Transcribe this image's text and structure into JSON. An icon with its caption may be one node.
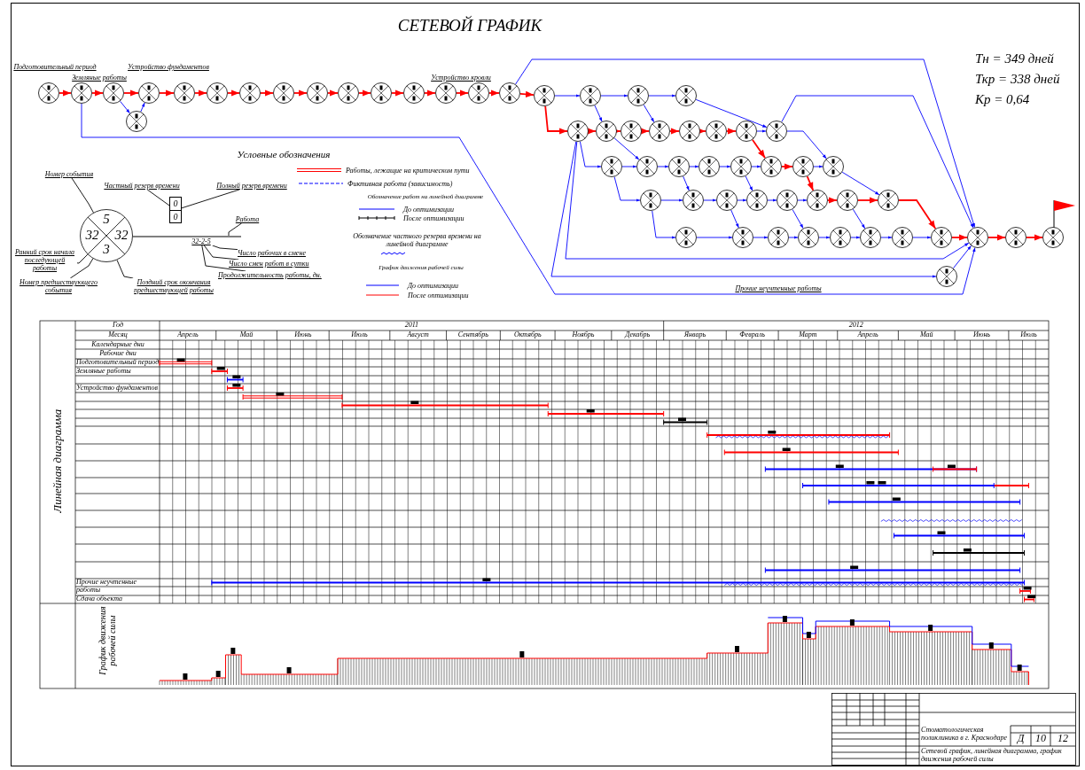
{
  "diagram": {
    "title": "СЕТЕВОЙ ГРАФИК",
    "nodes": [
      {
        "text": [],
        "shape": "circle"
      },
      {
        "text": [],
        "shape": "circle"
      },
      {
        "text": [],
        "shape": "circle"
      },
      {
        "text": [],
        "shape": "circle"
      },
      {
        "text": [],
        "shape": "circle"
      },
      {
        "text": [],
        "shape": "circle"
      },
      {
        "text": [],
        "shape": "circle"
      },
      {
        "text": [],
        "shape": "circle"
      },
      {
        "text": [],
        "shape": "circle"
      },
      {
        "text": [],
        "shape": "circle"
      },
      {
        "text": [],
        "shape": "circle"
      },
      {
        "text": [],
        "shape": "circle"
      },
      {
        "text": [],
        "shape": "circle"
      },
      {
        "text": [],
        "shape": "circle"
      },
      {
        "text": [],
        "shape": "circle"
      },
      {
        "text": [],
        "shape": "circle"
      },
      {
        "text": [],
        "shape": "circle"
      },
      {
        "text": [],
        "shape": "circle"
      },
      {
        "text": [],
        "shape": "circle"
      },
      {
        "text": [],
        "shape": "circle"
      },
      {
        "text": [],
        "shape": "circle"
      },
      {
        "text": [],
        "shape": "circle"
      },
      {
        "text": [],
        "shape": "circle"
      },
      {
        "text": [],
        "shape": "circle"
      },
      {
        "text": [],
        "shape": "circle"
      },
      {
        "text": [],
        "shape": "circle"
      },
      {
        "text": [],
        "shape": "circle"
      },
      {
        "text": [],
        "shape": "circle"
      },
      {
        "text": [],
        "shape": "circle"
      },
      {
        "text": [],
        "shape": "circle"
      },
      {
        "text": [],
        "shape": "circle"
      },
      {
        "text": [],
        "shape": "circle"
      },
      {
        "text": [],
        "shape": "circle"
      },
      {
        "text": [],
        "shape": "circle"
      },
      {
        "text": [],
        "shape": "circle"
      },
      {
        "text": [],
        "shape": "circle"
      },
      {
        "text": [],
        "shape": "circle"
      },
      {
        "text": [],
        "shape": "circle"
      },
      {
        "text": [],
        "shape": "circle"
      },
      {
        "text": [],
        "shape": "circle"
      },
      {
        "text": [],
        "shape": "circle"
      },
      {
        "text": [],
        "shape": "circle"
      },
      {
        "text": [],
        "shape": "circle"
      },
      {
        "text": [],
        "shape": "circle"
      },
      {
        "text": [],
        "shape": "circle"
      },
      {
        "text": [],
        "shape": "circle"
      },
      {
        "text": [],
        "shape": "circle"
      },
      {
        "text": [],
        "shape": "circle"
      },
      {
        "text": [],
        "shape": "circle"
      },
      {
        "text": [],
        "shape": "circle"
      },
      {
        "text": [],
        "shape": "circle"
      },
      {
        "text": [],
        "shape": "circle"
      },
      {
        "text": [],
        "shape": "circle"
      },
      {
        "text": [],
        "shape": "circle"
      },
      {
        "text": [],
        "shape": "circle"
      },
      {
        "text": [],
        "shape": "circle"
      },
      {
        "text": [
          "5",
          "32",
          "32",
          "3"
        ]
      },
      {
        "text": [
          "0",
          "0"
        ]
      },
      {
        "text": [
          "Номер события"
        ]
      },
      {
        "text": [
          "Частный резерв времени"
        ]
      },
      {
        "text": [
          "Полный резерв времени"
        ]
      },
      {
        "text": [
          "Работа"
        ]
      },
      {
        "text": [
          "Ранний срок начала последующей работы"
        ]
      },
      {
        "text": [
          "Номер предшествующего события"
        ]
      },
      {
        "text": [
          "Поздний срок окончания предшествующей работы"
        ]
      },
      {
        "text": [
          "32-2-5"
        ]
      },
      {
        "text": [
          "Число рабочих в смене"
        ]
      },
      {
        "text": [
          "Число смен работ в сутки"
        ]
      },
      {
        "text": [
          "Продолжительность работы, дн."
        ]
      },
      {
        "text": [],
        "shape": "bar"
      }
    ],
    "edges": [
      {
        "from": 0,
        "to": 1,
        "arrow": "to",
        "label": "Подготовительный период",
        "color": "#ff0000"
      },
      {
        "from": 1,
        "to": 2,
        "arrow": "to",
        "label": "Земляные работы",
        "color": "#ff0000"
      },
      {
        "from": 2,
        "to": 3,
        "arrow": "to",
        "color": "#ff0000"
      },
      {
        "from": 3,
        "to": 4,
        "arrow": "to",
        "label": "Устройство фундаментов",
        "color": "#ff0000"
      },
      {
        "from": 4,
        "to": 5,
        "arrow": "to",
        "color": "#ff0000"
      },
      {
        "from": 5,
        "to": 6,
        "arrow": "to",
        "color": "#ff0000"
      },
      {
        "from": 6,
        "to": 7,
        "arrow": "to",
        "color": "#ff0000"
      },
      {
        "from": 7,
        "to": 8,
        "arrow": "to",
        "color": "#ff0000"
      },
      {
        "from": 8,
        "to": 9,
        "arrow": "to",
        "color": "#ff0000"
      },
      {
        "from": 9,
        "to": 10,
        "arrow": "to",
        "color": "#ff0000"
      },
      {
        "from": 10,
        "to": 11,
        "arrow": "to",
        "color": "#ff0000"
      },
      {
        "from": 11,
        "to": 12,
        "arrow": "to",
        "color": "#ff0000"
      },
      {
        "from": 12,
        "to": 13,
        "arrow": "to",
        "color": "#ff0000"
      },
      {
        "from": 13,
        "to": 14,
        "arrow": "to",
        "label": "Устройство кровли",
        "color": "#ff0000"
      },
      {
        "from": 2,
        "to": 15,
        "arrow": "to"
      },
      {
        "from": 15,
        "to": 3,
        "arrow": "to"
      },
      {
        "from": 14,
        "to": 16,
        "arrow": "to",
        "color": "#ff0000"
      },
      {
        "from": 16,
        "to": 20,
        "arrow": "to",
        "color": "#ff0000"
      },
      {
        "from": 16,
        "to": 17,
        "arrow": "to"
      },
      {
        "from": 17,
        "to": 18,
        "arrow": "to"
      },
      {
        "from": 18,
        "to": 19,
        "arrow": "to"
      },
      {
        "from": 19,
        "to": 27,
        "arrow": "to"
      },
      {
        "from": 20,
        "to": 21,
        "arrow": "to",
        "color": "#ff0000"
      },
      {
        "from": 21,
        "to": 22,
        "arrow": "to",
        "color": "#ff0000"
      },
      {
        "from": 22,
        "to": 23,
        "arrow": "to",
        "color": "#ff0000"
      },
      {
        "from": 23,
        "to": 24,
        "arrow": "to",
        "color": "#ff0000"
      },
      {
        "from": 24,
        "to": 25,
        "arrow": "to",
        "color": "#ff0000"
      },
      {
        "from": 25,
        "to": 26,
        "arrow": "to",
        "color": "#ff0000"
      },
      {
        "from": 26,
        "to": 27,
        "arrow": "to"
      },
      {
        "from": 27,
        "to": 35,
        "arrow": "to"
      },
      {
        "from": 27,
        "to": 52,
        "arrow": "to"
      },
      {
        "from": 14,
        "to": 52,
        "arrow": "to"
      },
      {
        "from": 28,
        "to": 29,
        "arrow": "to"
      },
      {
        "from": 29,
        "to": 30,
        "arrow": "to"
      },
      {
        "from": 30,
        "to": 31,
        "arrow": "to"
      },
      {
        "from": 31,
        "to": 32,
        "arrow": "to"
      },
      {
        "from": 32,
        "to": 33,
        "arrow": "to"
      },
      {
        "from": 33,
        "to": 34,
        "arrow": "to",
        "color": "#ff0000"
      },
      {
        "from": 34,
        "to": 35,
        "arrow": "to"
      },
      {
        "from": 35,
        "to": 43,
        "arrow": "to"
      },
      {
        "from": 36,
        "to": 37,
        "arrow": "to"
      },
      {
        "from": 37,
        "to": 38,
        "arrow": "to"
      },
      {
        "from": 38,
        "to": 39,
        "arrow": "to"
      },
      {
        "from": 39,
        "to": 40,
        "arrow": "to"
      },
      {
        "from": 40,
        "to": 41,
        "arrow": "to"
      },
      {
        "from": 41,
        "to": 42,
        "arrow": "to",
        "color": "#ff0000"
      },
      {
        "from": 42,
        "to": 43,
        "arrow": "to",
        "color": "#ff0000"
      },
      {
        "from": 43,
        "to": 51,
        "arrow": "to",
        "color": "#ff0000"
      },
      {
        "from": 44,
        "to": 45,
        "arrow": "to"
      },
      {
        "from": 45,
        "to": 46,
        "arrow": "to"
      },
      {
        "from": 46,
        "to": 47,
        "arrow": "to"
      },
      {
        "from": 47,
        "to": 48,
        "arrow": "to"
      },
      {
        "from": 48,
        "to": 49,
        "arrow": "to"
      },
      {
        "from": 49,
        "to": 50,
        "arrow": "to"
      },
      {
        "from": 50,
        "to": 51,
        "arrow": "to"
      },
      {
        "from": 51,
        "to": 52,
        "arrow": "to",
        "color": "#ff0000"
      },
      {
        "from": 52,
        "to": 53,
        "arrow": "to",
        "color": "#ff0000"
      },
      {
        "from": 53,
        "to": 54,
        "arrow": "to",
        "color": "#ff0000"
      },
      {
        "from": 26,
        "to": 33,
        "arrow": "to",
        "color": "#ff0000"
      },
      {
        "from": 34,
        "to": 41,
        "arrow": "to",
        "color": "#ff0000"
      },
      {
        "from": 17,
        "to": 21,
        "arrow": "to"
      },
      {
        "from": 18,
        "to": 23,
        "arrow": "to"
      },
      {
        "from": 21,
        "to": 29,
        "arrow": "to"
      },
      {
        "from": 30,
        "to": 37,
        "arrow": "to"
      },
      {
        "from": 32,
        "to": 39,
        "arrow": "to"
      },
      {
        "from": 20,
        "to": 28,
        "arrow": "to"
      },
      {
        "from": 28,
        "to": 36,
        "arrow": "to"
      },
      {
        "from": 36,
        "to": 44,
        "arrow": "to"
      },
      {
        "from": 38,
        "to": 45,
        "arrow": "to"
      },
      {
        "from": 40,
        "to": 47,
        "arrow": "to"
      },
      {
        "from": 42,
        "to": 49,
        "arrow": "to"
      },
      {
        "from": 20,
        "to": 52,
        "arrow": "to"
      },
      {
        "from": 20,
        "to": 55,
        "arrow": "to"
      },
      {
        "from": 55,
        "to": 52,
        "arrow": "to"
      },
      {
        "from": 1,
        "to": 52,
        "arrow": "to",
        "label": "Прочие неучтенные работы"
      },
      {
        "from": 58,
        "to": 56,
        "arrow": "none",
        "color": "#000000"
      },
      {
        "from": 59,
        "to": 57,
        "arrow": "none",
        "color": "#000000"
      },
      {
        "from": 60,
        "to": 57,
        "arrow": "none",
        "color": "#000000"
      },
      {
        "from": 61,
        "to": 69,
        "arrow": "none",
        "color": "#000000"
      },
      {
        "from": 62,
        "to": 56,
        "arrow": "none",
        "color": "#000000"
      },
      {
        "from": 63,
        "to": 56,
        "arrow": "none",
        "color": "#000000"
      },
      {
        "from": 64,
        "to": 56,
        "arrow": "none",
        "color": "#000000"
      },
      {
        "from": 66,
        "to": 65,
        "arrow": "none",
        "color": "#000000"
      },
      {
        "from": 67,
        "to": 65,
        "arrow": "none",
        "color": "#000000"
      },
      {
        "from": 68,
        "to": 65,
        "arrow": "none",
        "color": "#000000"
      }
    ],
    "labels": [
      "Условные обозначения",
      "Обозначение работ на линейной диаграмме",
      "График движения рабочей силы",
      "Тн = 349 дней",
      "Ткр = 338 дней",
      "Кр = 0,64",
      "Линейная диаграмма",
      "Год",
      "Месяц",
      "Календарные дни",
      "Рабочие дни",
      "2011",
      "2012",
      "Апрель",
      "Май",
      "Июнь",
      "Июль",
      "Август",
      "Сентябрь",
      "Октябрь",
      "Ноябрь",
      "Декабрь",
      "Январь",
      "Февраль",
      "Март",
      "Апрель",
      "Май",
      "Июнь",
      "Июль",
      "Подготовительный период",
      "Земляные работы",
      "Устройство фундаментов",
      "Прочие неучтенные работы",
      "Сдача объекта",
      "График движения рабочей силы",
      "Стоматологическая поликлиника в г. Краснодаре",
      "Д",
      "10",
      "12",
      "Сетевой график, линейная диаграмма, график движения рабочей силы"
    ],
    "legend": [
      {
        "text": "Работы, лежащие на критическом пути"
      },
      {
        "text": "Фиктивная работа (зависимость)"
      },
      {
        "text": "До оптимизации"
      },
      {
        "text": "После оптимизации"
      },
      {
        "text": "Обозначение частного резерва времени на линейной диаграмме"
      },
      {
        "text": "До оптимизации"
      },
      {
        "text": "После оптимизации"
      }
    ]
  }
}
